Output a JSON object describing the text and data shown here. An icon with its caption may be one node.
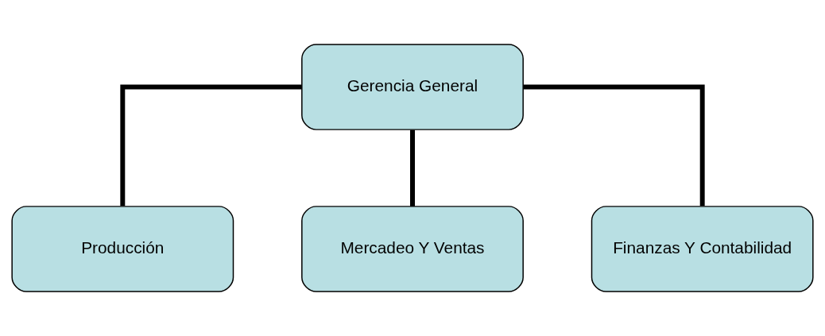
{
  "diagram": {
    "nodes": [
      {
        "text": [
          "Gerencia General"
        ]
      },
      {
        "text": [
          "Producción"
        ]
      },
      {
        "text": [
          "Mercadeo Y Ventas"
        ]
      },
      {
        "text": [
          "Finanzas Y Contabilidad"
        ]
      }
    ],
    "edges": [
      {
        "from": 0,
        "to": 1,
        "arrow": "none"
      },
      {
        "from": 0,
        "to": 2,
        "arrow": "none"
      },
      {
        "from": 0,
        "to": 3,
        "arrow": "none"
      }
    ]
  }
}
